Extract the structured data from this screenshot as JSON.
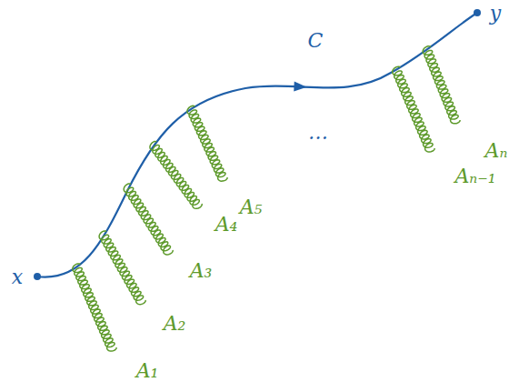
{
  "diagram": {
    "labels": [
      "x",
      "A₁",
      "A₂",
      "A₃",
      "A₄",
      "A₅",
      "C",
      "…",
      "Aₙ₋₁",
      "Aₙ",
      "y"
    ]
  }
}
